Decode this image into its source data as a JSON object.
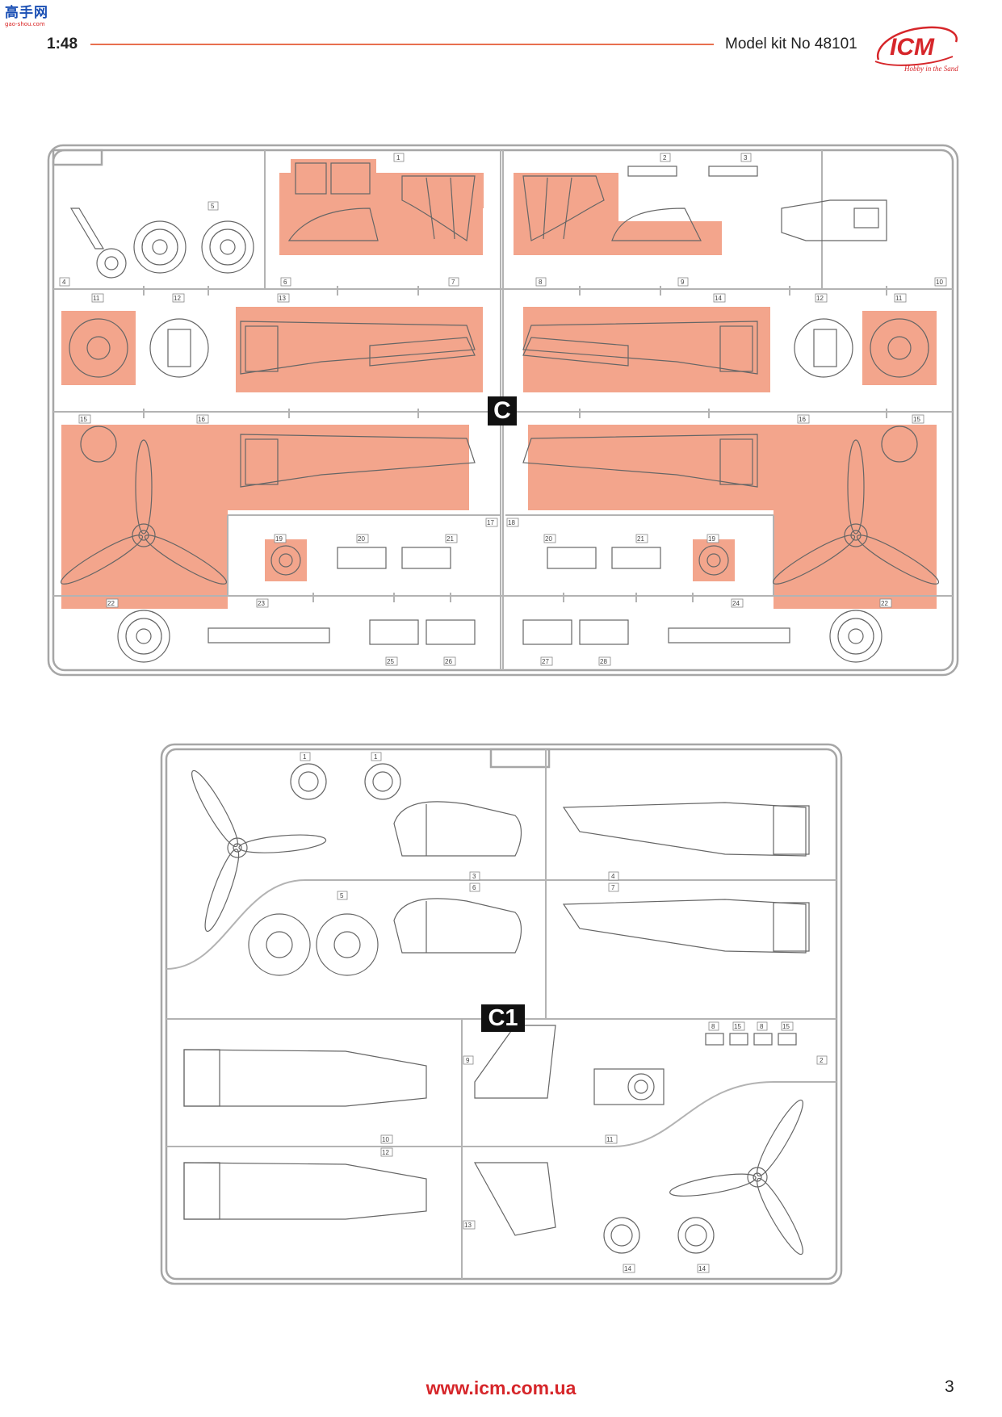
{
  "watermark": {
    "chinese": "高手网",
    "url": "gao-shou.com"
  },
  "header": {
    "scale": "1:48",
    "kit_label": "Model kit No 48101",
    "logo_text": "ICM",
    "logo_tagline": "Hobby in the Sand",
    "brand_color": "#d6262a",
    "accent_line_color": "#e8704f"
  },
  "sprues": {
    "c": {
      "label": "C",
      "highlight_color": "#f3a58c",
      "part_numbers": [
        "1",
        "2",
        "3",
        "4",
        "5",
        "6",
        "7",
        "8",
        "9",
        "10",
        "11",
        "11",
        "12",
        "12",
        "13",
        "14",
        "15",
        "15",
        "16",
        "16",
        "17",
        "18",
        "19",
        "19",
        "20",
        "20",
        "21",
        "21",
        "22",
        "22",
        "23",
        "24",
        "25",
        "26",
        "27",
        "28"
      ]
    },
    "c1": {
      "label": "C1",
      "part_numbers": [
        "1",
        "1",
        "2",
        "3",
        "4",
        "5",
        "6",
        "7",
        "8",
        "8",
        "9",
        "10",
        "11",
        "12",
        "13",
        "14",
        "14",
        "15",
        "15"
      ]
    }
  },
  "footer": {
    "website": "www.icm.com.ua",
    "page_number": "3"
  }
}
